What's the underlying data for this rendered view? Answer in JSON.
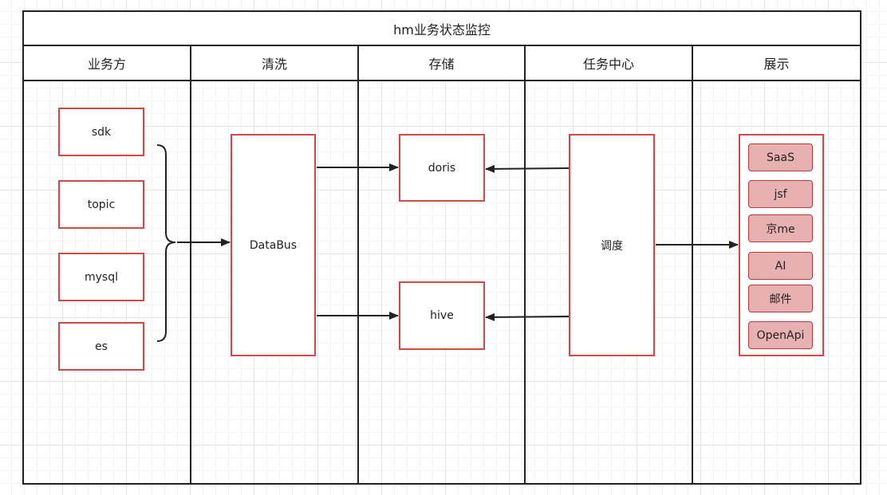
{
  "title": "hm业务状态监控",
  "lanes": [
    "业务方",
    "清洗",
    "存储",
    "任务中心",
    "展示"
  ],
  "sources": [
    "sdk",
    "topic",
    "mysql",
    "es"
  ],
  "cleaning": "DataBus",
  "storage": [
    "doris",
    "hive"
  ],
  "scheduler": "调度",
  "display": [
    "SaaS",
    "jsf",
    "京me",
    "AI",
    "邮件",
    "OpenApi"
  ],
  "colors": {
    "box_border": "#d04a4a",
    "chip_fill": "#e8b1b1",
    "lines": "#222222"
  }
}
